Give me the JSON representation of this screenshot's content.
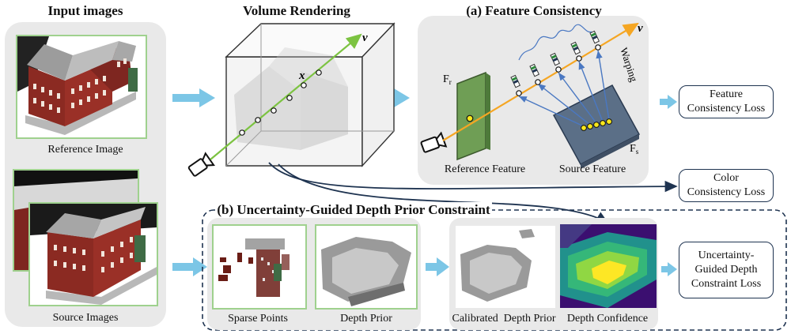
{
  "input_section": {
    "title": "Input images",
    "reference_caption": "Reference Image",
    "source_caption": "Source Images"
  },
  "volume_rendering": {
    "title": "Volume Rendering",
    "ray_label": "v",
    "point_label": "x"
  },
  "feature_consistency": {
    "title": "(a) Feature Consistency",
    "ref_feature_label": "Reference Feature",
    "src_feature_label": "Source Feature",
    "fr_label": "F",
    "fr_sub": "r",
    "fs_label": "F",
    "fs_sub": "s",
    "warping_label": "Warping",
    "ray_label": "v"
  },
  "losses": {
    "feature": [
      "Feature",
      "Consistency Loss"
    ],
    "color": [
      "Color",
      "Consistency Loss"
    ],
    "depth": [
      "Uncertainty-",
      "Guided Depth",
      "Constraint Loss"
    ]
  },
  "depth_prior_section": {
    "title": "(b) Uncertainty-Guided Depth Prior Constraint",
    "sparse_points": "Sparse Points",
    "depth_prior": "Depth Prior",
    "calibrated_depth_prior": "Calibrated  Depth Prior",
    "depth_confidence": "Depth Confidence"
  },
  "colors": {
    "arrow": "#7cc6e6",
    "dark_line": "#1e3350",
    "ray_green": "#7cc341",
    "ray_orange": "#f5a623",
    "feature_green": "#6f9e55",
    "source_slate": "#5b6f87",
    "panel_gray": "#e9e9e9",
    "frame_green": "#9fd18e"
  }
}
